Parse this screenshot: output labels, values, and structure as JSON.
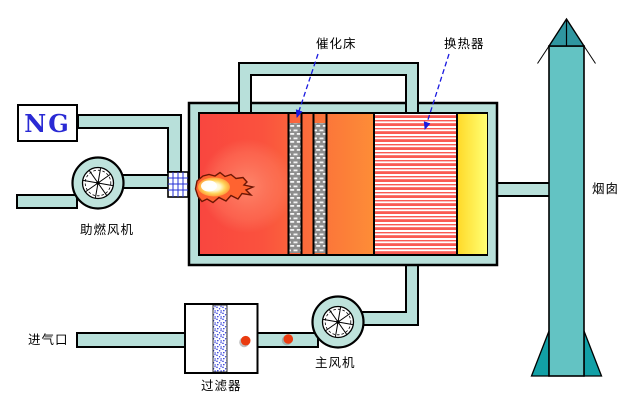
{
  "labels": {
    "ng": "NG",
    "catalyst_bed": "催化床",
    "heat_exchanger": "换热器",
    "combustion_fan": "助燃风机",
    "air_inlet": "进气口",
    "filter": "过滤器",
    "main_fan": "主风机",
    "chimney": "烟囱"
  },
  "colors": {
    "pipe_teal": "#b8e0da",
    "fan_body_teal": "#bfe3dc",
    "chimney_teal": "#63c3c3",
    "chimney_cap_teal": "#2f96a0",
    "chimney_flare_teal": "#12a0a6",
    "chamber_red": "#f9463f",
    "chamber_orange": "#f9a43d",
    "outlet_yellow": "#ffff74",
    "stripe_red": "#fa5a52",
    "catalyst_gray": "#8d8d8d",
    "leader_blue": "#1a1ae0",
    "grid_blue": "#2431d6",
    "particle_red": "#ea3b10",
    "ng_text_blue": "#2a2ad4"
  }
}
